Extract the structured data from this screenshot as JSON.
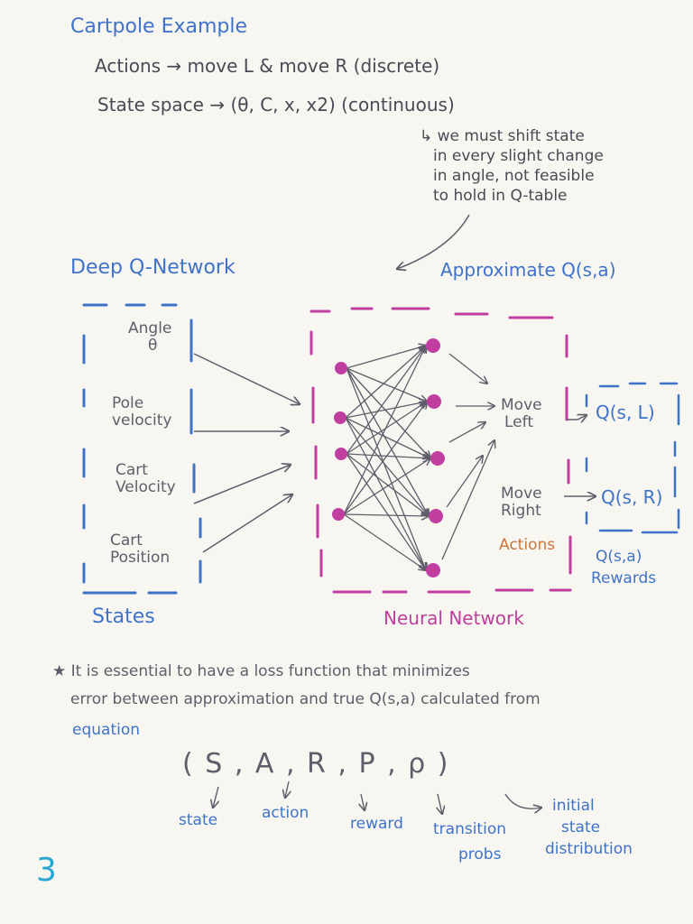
{
  "title": "Cartpole Example",
  "actions_line": "Actions → move L & move R (discrete)",
  "state_space_line": "State space → (θ, C, x, x2) (continuous)",
  "note": [
    "↳ we must shift state",
    "in every slight change",
    "in angle, not feasible",
    "to hold in Q-table"
  ],
  "approximate_label": "Approximate Q(s,a)",
  "dqn_heading": "Deep Q-Network",
  "states": {
    "label": "States",
    "items": [
      {
        "line1": "Angle",
        "line2": "θ"
      },
      {
        "line1": "Pole",
        "line2": "velocity"
      },
      {
        "line1": "Cart",
        "line2": "Velocity"
      },
      {
        "line1": "Cart",
        "line2": "Position"
      }
    ]
  },
  "network": {
    "label": "Neural Network",
    "input_nodes": 4,
    "hidden_nodes": 5
  },
  "actions_box": {
    "move_left": {
      "line1": "Move",
      "line2": "Left"
    },
    "move_right": {
      "line1": "Move",
      "line2": "Right"
    },
    "label": "Actions"
  },
  "outputs": {
    "q_left": "Q(s, L)",
    "q_right": "Q(s, R)",
    "label_line1": "Q(s,a)",
    "label_line2": "Rewards"
  },
  "essential_note": [
    "★ It is essential to have a loss function that minimizes",
    "error between approximation and true Q(s,a) calculated from",
    "equation"
  ],
  "tuple": {
    "text": "( S , A , R , P , ρ )",
    "state": "state",
    "action": "action",
    "reward": "reward",
    "transition_line1": "transition",
    "transition_line2": "probs",
    "initial_line1": "initial",
    "initial_line2": "state",
    "initial_line3": "distribution"
  },
  "page_number": "3",
  "colors": {
    "blue_ink": "#3f73c9",
    "magenta": "#c03ea0",
    "gray_pen": "#5e5e6b",
    "orange": "#c8763a",
    "cyan": "#2aa6d3"
  }
}
